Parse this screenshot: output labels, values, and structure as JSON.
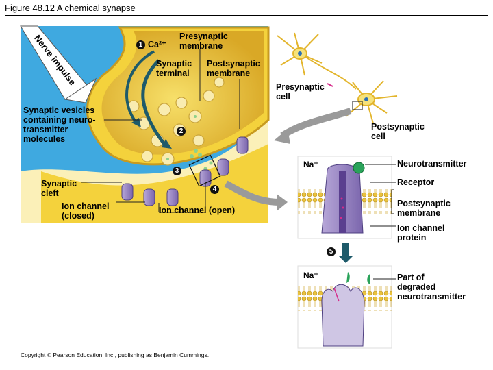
{
  "figure": {
    "title": "Figure 48.12  A chemical synapse",
    "copyright": "Copyright © Pearson Education, Inc., publishing as Benjamin Cummings."
  },
  "left_panel": {
    "nerve_impulse": "Nerve impulse",
    "calcium": "Ca²⁺",
    "labels": {
      "presynaptic_membrane": [
        "Presynaptic",
        "membrane"
      ],
      "synaptic_terminal": [
        "Synaptic",
        "terminal"
      ],
      "postsynaptic_membrane": [
        "Postsynaptic",
        "membrane"
      ],
      "synaptic_vesicles": [
        "Synaptic vesicles",
        "containing neuro-",
        "transmitter",
        "molecules"
      ],
      "synaptic_cleft": [
        "Synaptic",
        "cleft"
      ],
      "ion_channel_closed": [
        "Ion channel",
        "(closed)"
      ],
      "ion_channel_open": "Ion channel (open)"
    },
    "steps": [
      "1",
      "2",
      "3",
      "4"
    ]
  },
  "right_panel": {
    "presynaptic_cell": [
      "Presynaptic",
      "cell"
    ],
    "postsynaptic_cell": [
      "Postsynaptic",
      "cell"
    ],
    "na_top": "Na⁺",
    "na_bottom": "Na⁺",
    "labels": {
      "neurotransmitter": "Neurotransmitter",
      "receptor": "Receptor",
      "postsynaptic_membrane": [
        "Postsynaptic",
        "membrane"
      ],
      "ion_channel_protein": [
        "Ion channel",
        "protein"
      ],
      "degraded": [
        "Part of",
        "degraded",
        "neurotransmitter"
      ]
    },
    "step5": "5"
  },
  "colors": {
    "background_blue": "#3fa9e0",
    "terminal_yellow": "#f4d23c",
    "cleft_cream": "#fbf0b8",
    "channel_purple": "#8d7ab8",
    "arrow_teal": "#1e5a6a"
  }
}
